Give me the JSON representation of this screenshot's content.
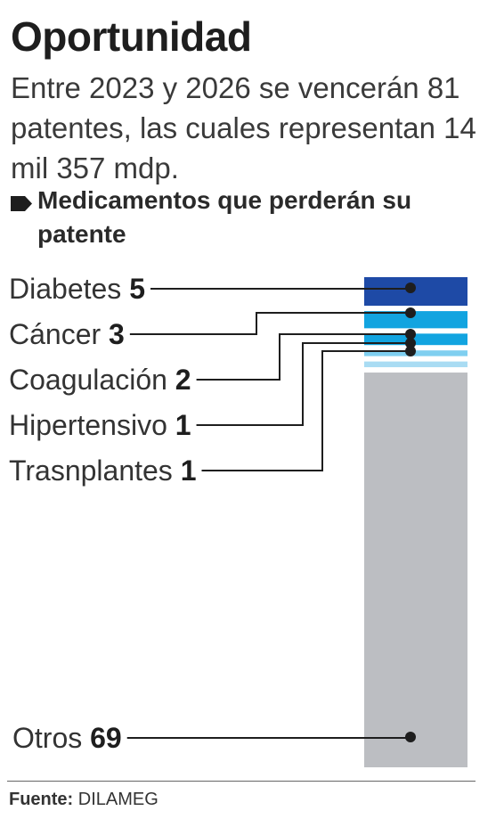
{
  "header": {
    "title": "Oportunidad",
    "subtitle": "Entre 2023 y 2026 se vencerán 81 patentes, las cuales representan 14 mil 357 mdp.",
    "section_label": "Medicamentos que perderán su patente"
  },
  "colors": {
    "Diabetes": "#1e4aa6",
    "Cáncer": "#12a4e0",
    "Coagulación": "#12a4e0",
    "Hipertensivo": "#7fcff0",
    "Trasnplantes": "#a9dcf3",
    "Otros": "#bcbec2",
    "marker": "#1e1e1e"
  },
  "chart_data": {
    "type": "bar",
    "orientation": "stacked-vertical",
    "categories": [
      "Diabetes",
      "Cáncer",
      "Coagulación",
      "Hipertensivo",
      "Trasnplantes",
      "Otros"
    ],
    "values": [
      5,
      3,
      2,
      1,
      1,
      69
    ],
    "total": 81
  },
  "footer": {
    "source_label": "Fuente:",
    "source_value": "DILAMEG"
  }
}
